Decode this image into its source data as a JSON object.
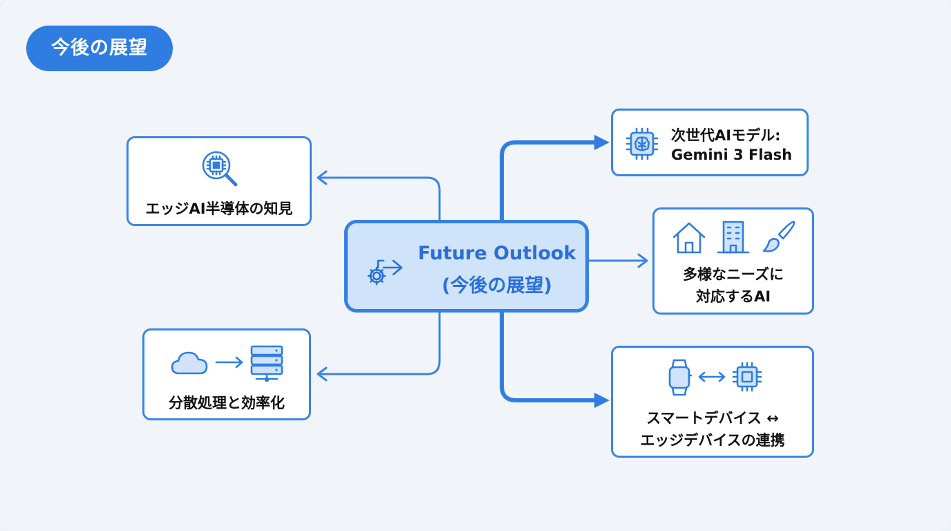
{
  "header": {
    "title": "今後の展望"
  },
  "center": {
    "line1": "Future Outlook",
    "line2": "(今後の展望)"
  },
  "nodes": {
    "edge_ai": {
      "label": "エッジAI半導体の知見"
    },
    "distributed": {
      "label": "分散処理と効率化"
    },
    "next_model": {
      "line1": "次世代AIモデル:",
      "line2": "Gemini 3 Flash"
    },
    "diverse": {
      "line1": "多様なニーズに",
      "line2": "対応するAI"
    },
    "smart_device": {
      "line1": "スマートデバイス ↔",
      "line2": "エッジデバイスの連携"
    }
  },
  "colors": {
    "accent": "#2f7de0",
    "center_fill": "#cfe3fb",
    "background": "#f1f5fa"
  },
  "icons": [
    "chip-search-icon",
    "cloud-icon",
    "arrow-icon",
    "server-icon",
    "gear-arrow-icon",
    "ai-chip-icon",
    "house-icon",
    "building-icon",
    "paintbrush-icon",
    "smartwatch-icon",
    "double-arrow-icon",
    "chip-icon"
  ]
}
